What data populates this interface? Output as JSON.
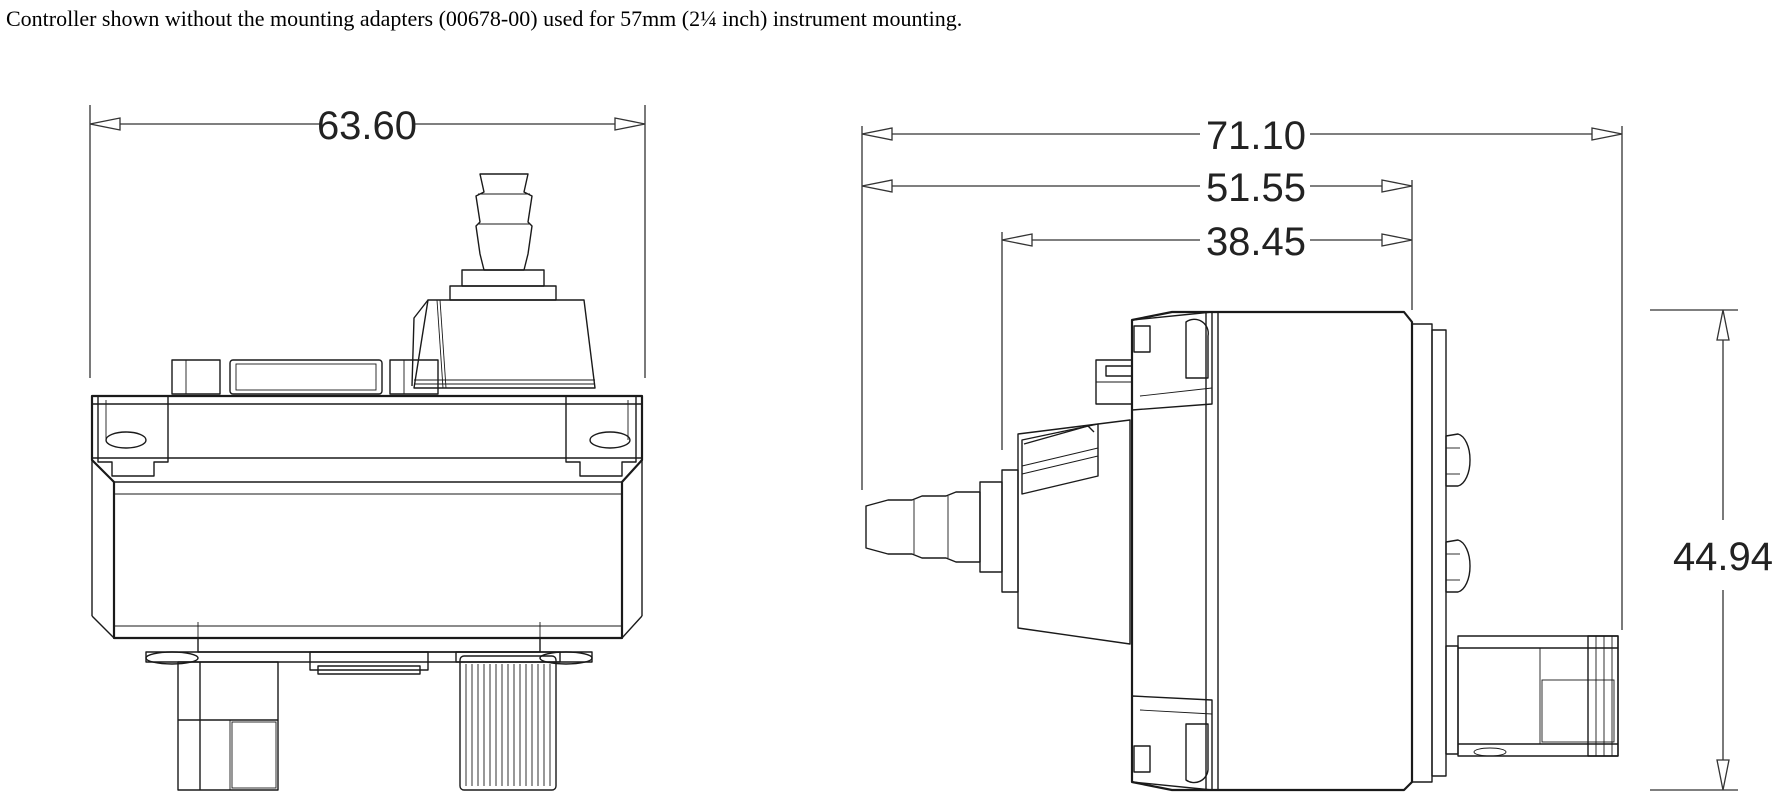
{
  "caption": "Controller shown without the mounting adapters (00678-00) used for 57mm (2¼ inch) instrument mounting.",
  "views": {
    "front": {
      "dimensions": {
        "width": "63.60"
      }
    },
    "side": {
      "dimensions": {
        "overall": "71.10",
        "body": "51.55",
        "housing": "38.45",
        "height": "44.94"
      }
    }
  },
  "colors": {
    "line": "#1a1a1a",
    "dimension": "#333333",
    "background": "#ffffff"
  }
}
